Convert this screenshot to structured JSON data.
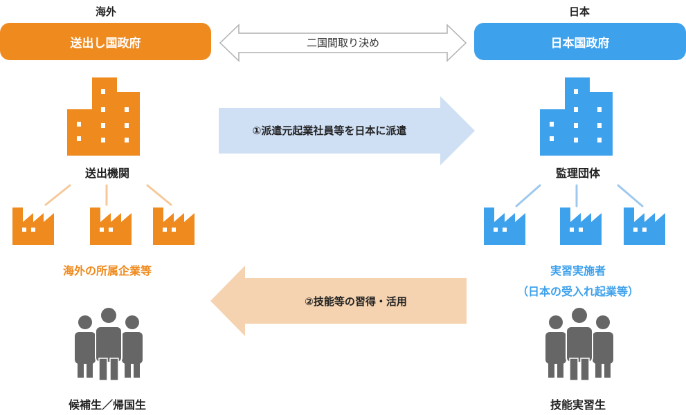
{
  "left": {
    "region": "海外",
    "government": "送出し国政府",
    "agency": "送出機関",
    "companies": "海外の所属企業等",
    "people": "候補生／帰国生"
  },
  "right": {
    "region": "日本",
    "government": "日本国政府",
    "agency": "監理団体",
    "implementer_line1": "実習実施者",
    "implementer_line2": "（日本の受入れ起業等）",
    "people": "技能実習生"
  },
  "arrows": {
    "bilateral": "二国間取り決め",
    "dispatch": "①派遣元起業社員等を日本に派遣",
    "utilize": "②技能等の習得・活用"
  },
  "colors": {
    "orange": "#ef8a1e",
    "blue": "#3ea1ec",
    "light_blue": "#cfdff4",
    "light_orange": "#f5d3b0",
    "gray": "#666666"
  }
}
